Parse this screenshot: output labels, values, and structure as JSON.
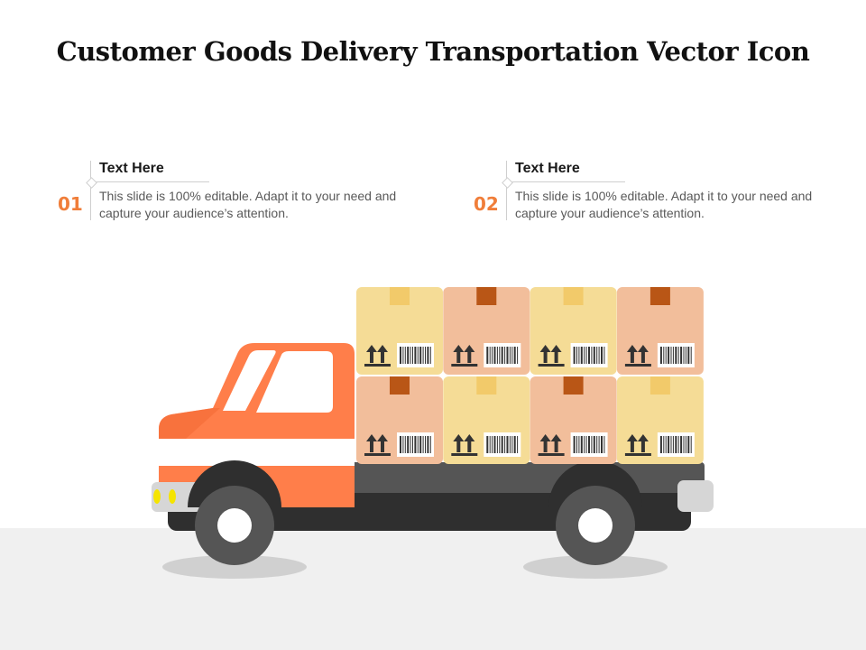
{
  "title": "Customer Goods Delivery Transportation Vector Icon",
  "colors": {
    "accent": "#F07E3A",
    "cab": "#FF7E4A",
    "box_yellow": "#F5DC96",
    "box_peach": "#F2BE9B",
    "tape_yellow": "#F2CA6A",
    "tape_brown": "#B95616",
    "bed": "#555555",
    "chassis": "#2F2F2F",
    "ground": "#F0F0F0"
  },
  "points": [
    {
      "number": "01",
      "heading": "Text Here",
      "text": "This slide is 100% editable. Adapt it to your need and capture your audience’s attention."
    },
    {
      "number": "02",
      "heading": "Text Here",
      "text": "This slide is 100% editable. Adapt it to your need and capture your audience’s attention."
    }
  ],
  "illustration": {
    "icon": "delivery-truck-icon",
    "boxes": [
      {
        "row": 1,
        "col": 1,
        "color": "yellow"
      },
      {
        "row": 1,
        "col": 2,
        "color": "peach"
      },
      {
        "row": 1,
        "col": 3,
        "color": "yellow"
      },
      {
        "row": 1,
        "col": 4,
        "color": "peach"
      },
      {
        "row": 2,
        "col": 1,
        "color": "peach"
      },
      {
        "row": 2,
        "col": 2,
        "color": "yellow"
      },
      {
        "row": 2,
        "col": 3,
        "color": "peach"
      },
      {
        "row": 2,
        "col": 4,
        "color": "yellow"
      }
    ]
  }
}
